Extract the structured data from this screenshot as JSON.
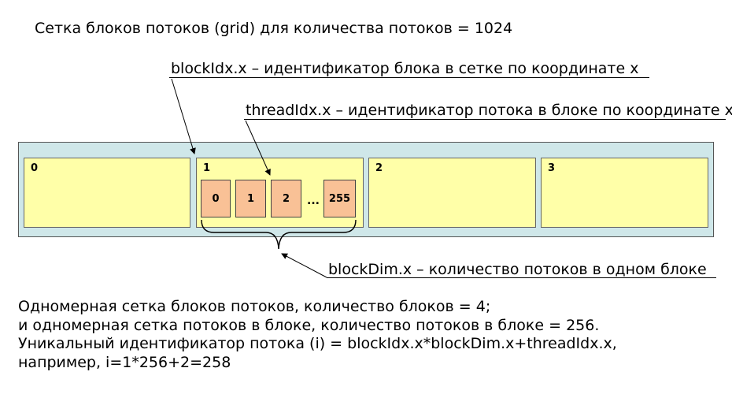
{
  "title": "Сетка блоков потоков (grid) для количества потоков = 1024",
  "annotations": {
    "block_idx": "blockIdx.x – идентификатор блока в сетке по координате x",
    "thread_idx": "threadIdx.x – идентификатор потока в блоке по координате x",
    "block_dim": "blockDim.x – количество потоков в одном блоке"
  },
  "blocks": [
    "0",
    "1",
    "2",
    "3"
  ],
  "threads": [
    "0",
    "1",
    "2",
    "255"
  ],
  "ellipsis": "...",
  "description": [
    "Одномерная сетка блоков потоков, количество блоков = 4;",
    "и одномерная сетка потоков в блоке, количество потоков в блоке = 256.",
    "Уникальный идентификатор потока (i) = blockIdx.x*blockDim.x+threadIdx.x,",
    "например, i=1*256+2=258"
  ]
}
